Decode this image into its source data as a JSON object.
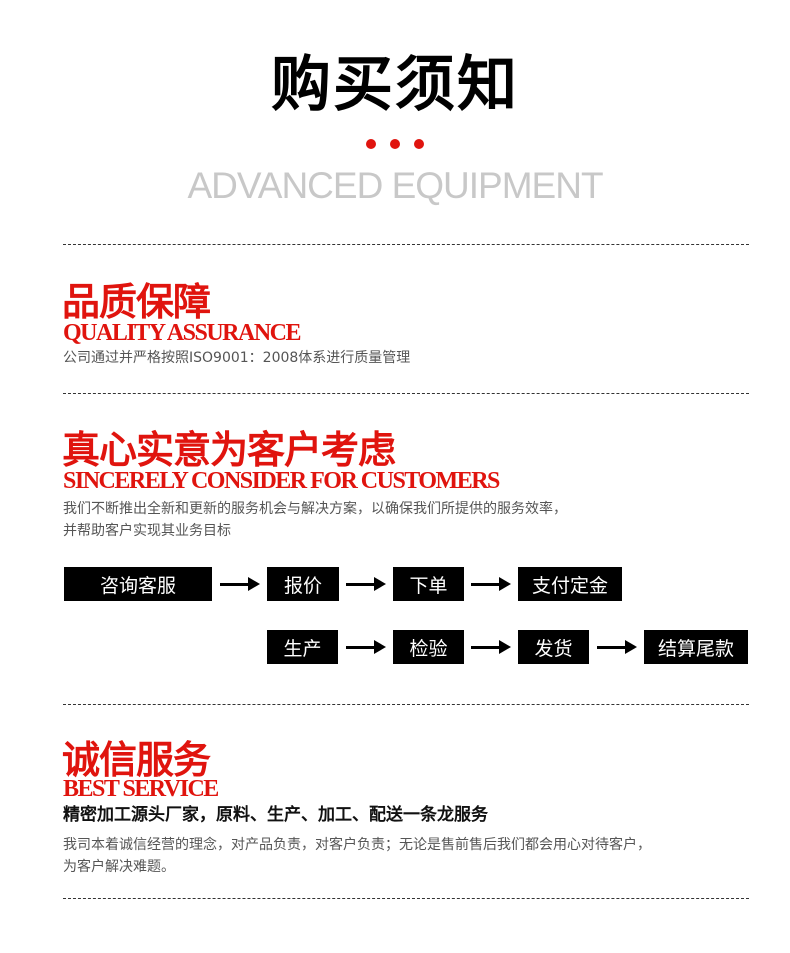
{
  "header": {
    "title": "购买须知",
    "subtitle": "ADVANCED EQUIPMENT",
    "accent_color": "#e0140e"
  },
  "sections": [
    {
      "title_cn": "品质保障",
      "title_en": "QUALITY ASSURANCE",
      "body": [
        "公司通过并严格按照ISO9001：2008体系进行质量管理"
      ]
    },
    {
      "title_cn": "真心实意为客户考虑",
      "title_en": "SINCERELY CONSIDER FOR CUSTOMERS",
      "body": [
        "我们不断推出全新和更新的服务机会与解决方案，以确保我们所提供的服务效率，",
        "并帮助客户实现其业务目标"
      ],
      "process": {
        "row1": [
          "咨询客服",
          "报价",
          "下单",
          "支付定金"
        ],
        "row2": [
          "生产",
          "检验",
          "发货",
          "结算尾款"
        ]
      }
    },
    {
      "title_cn": "诚信服务",
      "title_en": "BEST SERVICE",
      "highlight": "精密加工源头厂家，原料、生产、加工、配送一条龙服务",
      "body": [
        "我司本着诚信经营的理念，对产品负责，对客户负责；无论是售前售后我们都会用心对待客户，",
        "为客户解决难题。"
      ]
    }
  ]
}
